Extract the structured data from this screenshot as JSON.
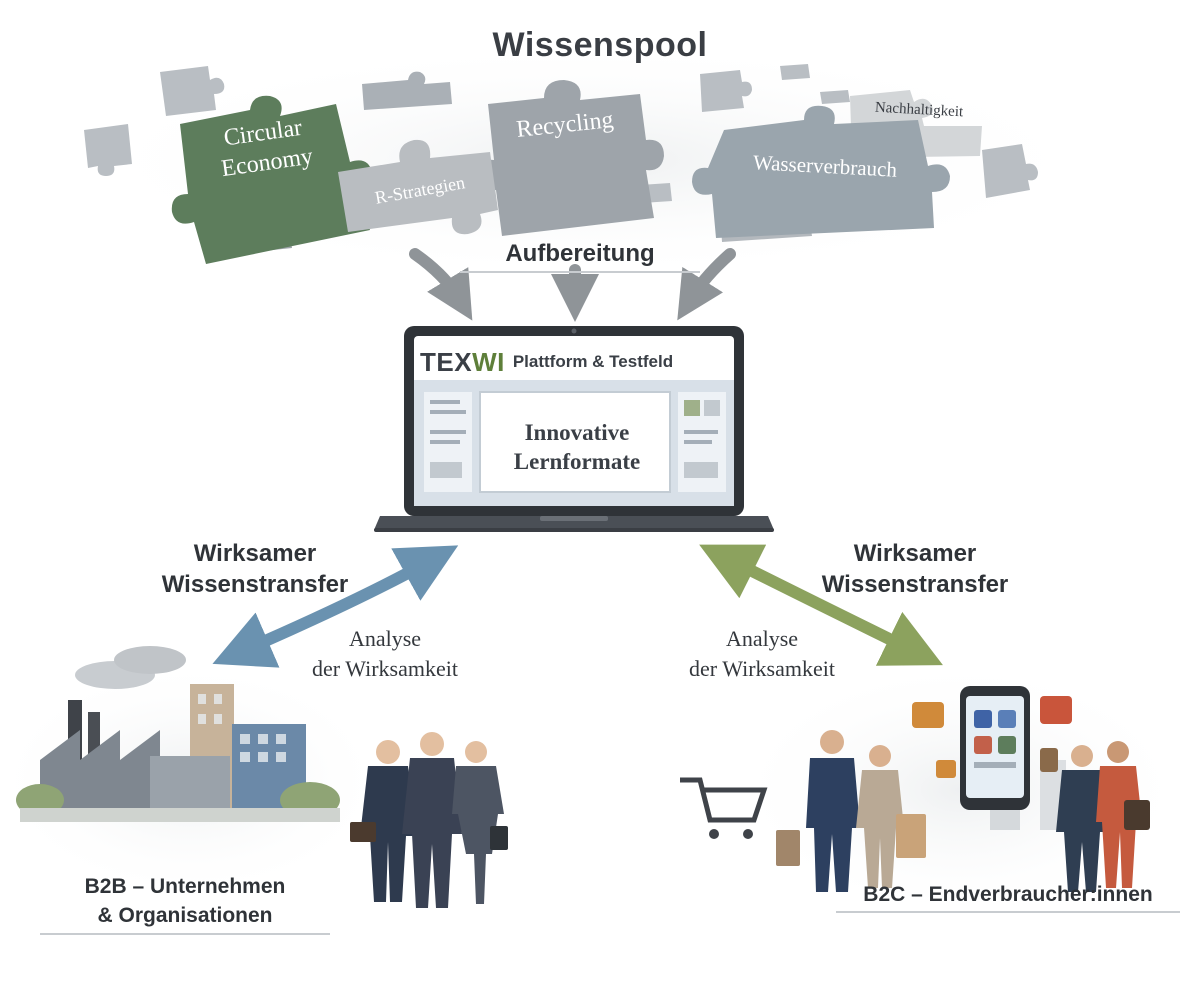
{
  "title": "Wissenspool",
  "puzzle_pieces": {
    "circular": "Circular\nEconomy",
    "recycling": "Recycling",
    "nachhaltigkeit": "Nachhaltigkeit",
    "r_strategien": "R-Strategien",
    "wasser": "Wasserverbrauch"
  },
  "process_label": "Aufbereitung",
  "platform": {
    "logo": "TEX",
    "logo_accent": "WI",
    "name": "Plattform & Testfeld",
    "content": "Innovative\nLernformate"
  },
  "left_flow": {
    "transfer": "Wirksamer\nWissenstransfer",
    "analysis": "Analyse\nder Wirksamkeit"
  },
  "right_flow": {
    "transfer": "Wirksamer\nWissenstransfer",
    "analysis": "Analyse\nder Wirksamkeit"
  },
  "groups": {
    "b2b": "B2B – Unternehmen\n& Organisationen",
    "b2c": "B2C – Endverbraucher:innen"
  },
  "colors": {
    "left_arrow": "#6a92b0",
    "right_arrow": "#8ca25e",
    "puzzle_green": "#5d7d5c",
    "puzzle_gray": "#a3a8ad",
    "accent": "#5e7f3a"
  }
}
